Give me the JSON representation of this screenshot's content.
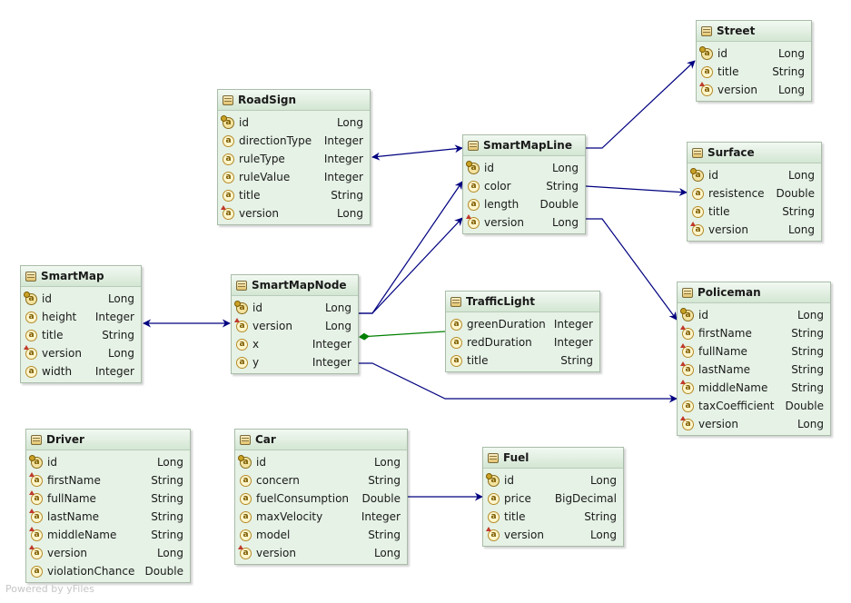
{
  "watermark": "Powered by yFiles",
  "colors": {
    "relation_blue": "#000080",
    "composition_green": "#008000"
  },
  "entities": [
    {
      "key": "Street",
      "title": "Street",
      "fields": [
        {
          "name": "id",
          "type": "Long",
          "icon": "id"
        },
        {
          "name": "title",
          "type": "String",
          "icon": "plain"
        },
        {
          "name": "version",
          "type": "Long",
          "icon": "up"
        }
      ]
    },
    {
      "key": "RoadSign",
      "title": "RoadSign",
      "fields": [
        {
          "name": "id",
          "type": "Long",
          "icon": "id"
        },
        {
          "name": "directionType",
          "type": "Integer",
          "icon": "plain"
        },
        {
          "name": "ruleType",
          "type": "Integer",
          "icon": "plain"
        },
        {
          "name": "ruleValue",
          "type": "Integer",
          "icon": "plain"
        },
        {
          "name": "title",
          "type": "String",
          "icon": "plain"
        },
        {
          "name": "version",
          "type": "Long",
          "icon": "up"
        }
      ]
    },
    {
      "key": "SmartMapLine",
      "title": "SmartMapLine",
      "fields": [
        {
          "name": "id",
          "type": "Long",
          "icon": "id"
        },
        {
          "name": "color",
          "type": "String",
          "icon": "plain"
        },
        {
          "name": "length",
          "type": "Double",
          "icon": "plain"
        },
        {
          "name": "version",
          "type": "Long",
          "icon": "up"
        }
      ]
    },
    {
      "key": "Surface",
      "title": "Surface",
      "fields": [
        {
          "name": "id",
          "type": "Long",
          "icon": "id"
        },
        {
          "name": "resistence",
          "type": "Double",
          "icon": "plain"
        },
        {
          "name": "title",
          "type": "String",
          "icon": "plain"
        },
        {
          "name": "version",
          "type": "Long",
          "icon": "up"
        }
      ]
    },
    {
      "key": "SmartMap",
      "title": "SmartMap",
      "fields": [
        {
          "name": "id",
          "type": "Long",
          "icon": "id"
        },
        {
          "name": "height",
          "type": "Integer",
          "icon": "plain"
        },
        {
          "name": "title",
          "type": "String",
          "icon": "plain"
        },
        {
          "name": "version",
          "type": "Long",
          "icon": "up"
        },
        {
          "name": "width",
          "type": "Integer",
          "icon": "plain"
        }
      ]
    },
    {
      "key": "SmartMapNode",
      "title": "SmartMapNode",
      "fields": [
        {
          "name": "id",
          "type": "Long",
          "icon": "id"
        },
        {
          "name": "version",
          "type": "Long",
          "icon": "up"
        },
        {
          "name": "x",
          "type": "Integer",
          "icon": "plain"
        },
        {
          "name": "y",
          "type": "Integer",
          "icon": "plain"
        }
      ]
    },
    {
      "key": "TrafficLight",
      "title": "TrafficLight",
      "fields": [
        {
          "name": "greenDuration",
          "type": "Integer",
          "icon": "plain"
        },
        {
          "name": "redDuration",
          "type": "Integer",
          "icon": "plain"
        },
        {
          "name": "title",
          "type": "String",
          "icon": "plain"
        }
      ]
    },
    {
      "key": "Policeman",
      "title": "Policeman",
      "fields": [
        {
          "name": "id",
          "type": "Long",
          "icon": "id"
        },
        {
          "name": "firstName",
          "type": "String",
          "icon": "up"
        },
        {
          "name": "fullName",
          "type": "String",
          "icon": "up"
        },
        {
          "name": "lastName",
          "type": "String",
          "icon": "up"
        },
        {
          "name": "middleName",
          "type": "String",
          "icon": "up"
        },
        {
          "name": "taxCoefficient",
          "type": "Double",
          "icon": "plain"
        },
        {
          "name": "version",
          "type": "Long",
          "icon": "up"
        }
      ]
    },
    {
      "key": "Driver",
      "title": "Driver",
      "fields": [
        {
          "name": "id",
          "type": "Long",
          "icon": "id"
        },
        {
          "name": "firstName",
          "type": "String",
          "icon": "up"
        },
        {
          "name": "fullName",
          "type": "String",
          "icon": "up"
        },
        {
          "name": "lastName",
          "type": "String",
          "icon": "up"
        },
        {
          "name": "middleName",
          "type": "String",
          "icon": "up"
        },
        {
          "name": "version",
          "type": "Long",
          "icon": "up"
        },
        {
          "name": "violationChance",
          "type": "Double",
          "icon": "plain"
        }
      ]
    },
    {
      "key": "Car",
      "title": "Car",
      "fields": [
        {
          "name": "id",
          "type": "Long",
          "icon": "id"
        },
        {
          "name": "concern",
          "type": "String",
          "icon": "plain"
        },
        {
          "name": "fuelConsumption",
          "type": "Double",
          "icon": "plain"
        },
        {
          "name": "maxVelocity",
          "type": "Integer",
          "icon": "plain"
        },
        {
          "name": "model",
          "type": "String",
          "icon": "plain"
        },
        {
          "name": "version",
          "type": "Long",
          "icon": "up"
        }
      ]
    },
    {
      "key": "Fuel",
      "title": "Fuel",
      "fields": [
        {
          "name": "id",
          "type": "Long",
          "icon": "id"
        },
        {
          "name": "price",
          "type": "BigDecimal",
          "icon": "plain"
        },
        {
          "name": "title",
          "type": "String",
          "icon": "plain"
        },
        {
          "name": "version",
          "type": "Long",
          "icon": "up"
        }
      ]
    }
  ],
  "relations": [
    {
      "from": "RoadSign",
      "to": "SmartMapLine",
      "kind": "bidirectional"
    },
    {
      "from": "SmartMapLine",
      "to": "Street",
      "kind": "directed"
    },
    {
      "from": "SmartMapLine",
      "to": "Surface",
      "kind": "directed"
    },
    {
      "from": "SmartMapLine",
      "to": "Policeman",
      "kind": "directed"
    },
    {
      "from": "SmartMapNode",
      "to": "SmartMapLine",
      "kind": "directed"
    },
    {
      "from": "SmartMapNode",
      "to": "SmartMapLine",
      "kind": "directed"
    },
    {
      "from": "SmartMap",
      "to": "SmartMapNode",
      "kind": "bidirectional"
    },
    {
      "from": "TrafficLight",
      "to": "SmartMapNode",
      "kind": "composition"
    },
    {
      "from": "SmartMapNode",
      "to": "Policeman",
      "kind": "directed"
    },
    {
      "from": "Car",
      "to": "Fuel",
      "kind": "directed"
    }
  ]
}
